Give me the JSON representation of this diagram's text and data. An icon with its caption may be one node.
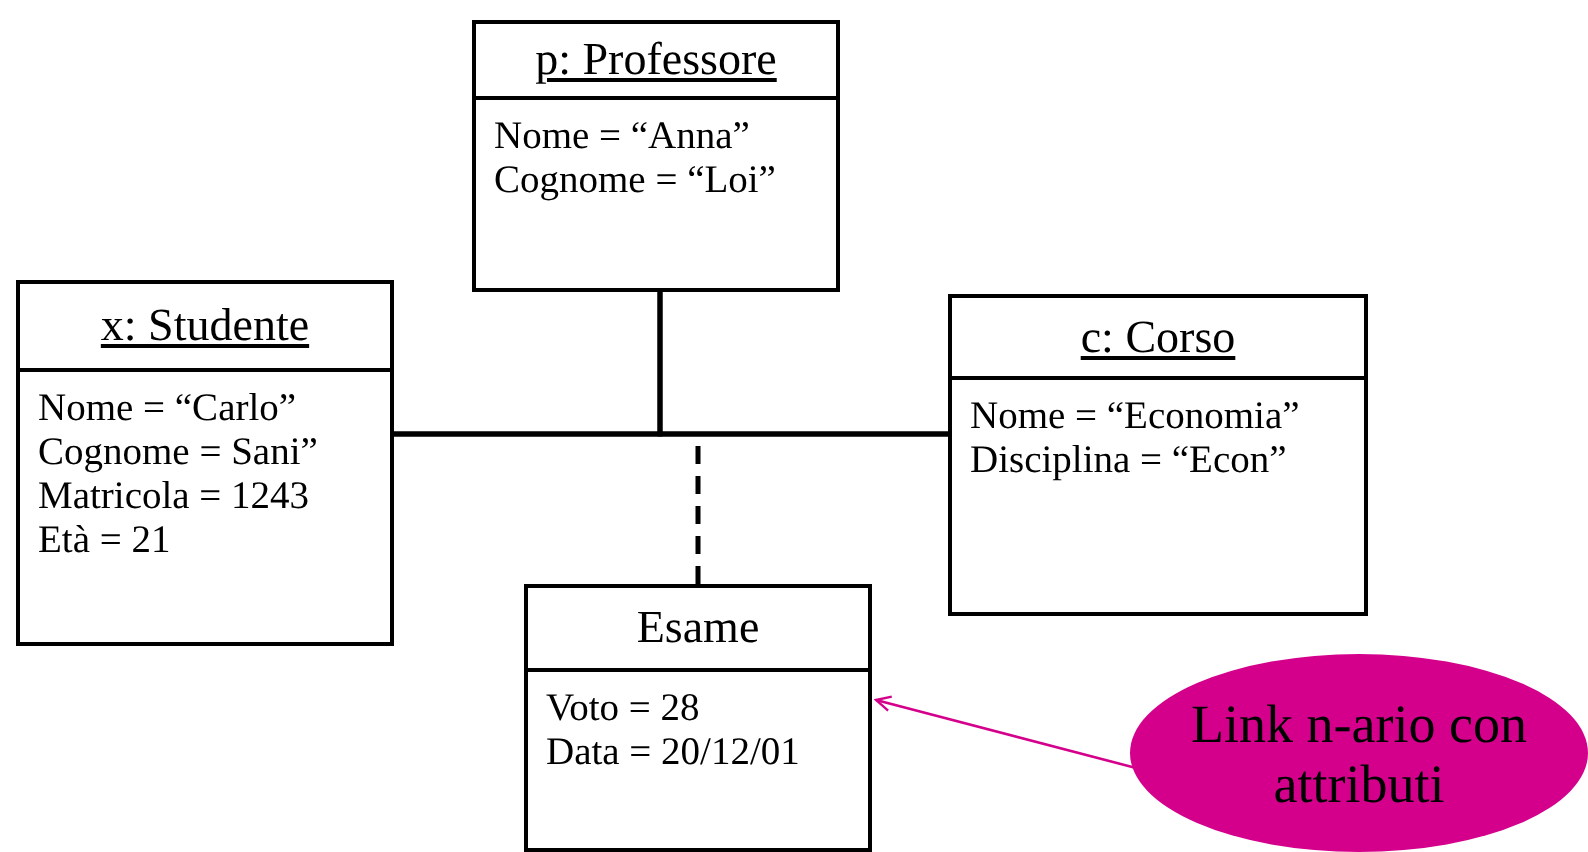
{
  "diagram": {
    "nodes": [
      {
        "text": [
          "p: Professore",
          "Nome = “Anna”",
          "Cognome = “Loi”"
        ]
      },
      {
        "text": [
          "x: Studente",
          "Nome = “Carlo”",
          "Cognome = Sani”",
          "Matricola = 1243",
          "Età = 21"
        ]
      },
      {
        "text": [
          "c: Corso",
          "Nome = “Economia”",
          "Disciplina = “Econ”"
        ]
      },
      {
        "text": [
          "Esame",
          "Voto = 28",
          "Data = 20/12/01"
        ]
      },
      {
        "text": [
          "Link n-ario con attributi"
        ]
      }
    ],
    "edges": [
      {
        "from": 1,
        "to": 2,
        "arrow": "none"
      },
      {
        "from": 0,
        "to": 1,
        "arrow": "none"
      },
      {
        "from": 0,
        "to": 2,
        "arrow": "none"
      },
      {
        "from": 3,
        "to": null,
        "arrow": "none",
        "style": "dashed"
      },
      {
        "from": 4,
        "to": 3,
        "arrow": "to",
        "color": "#d4008c"
      }
    ]
  }
}
